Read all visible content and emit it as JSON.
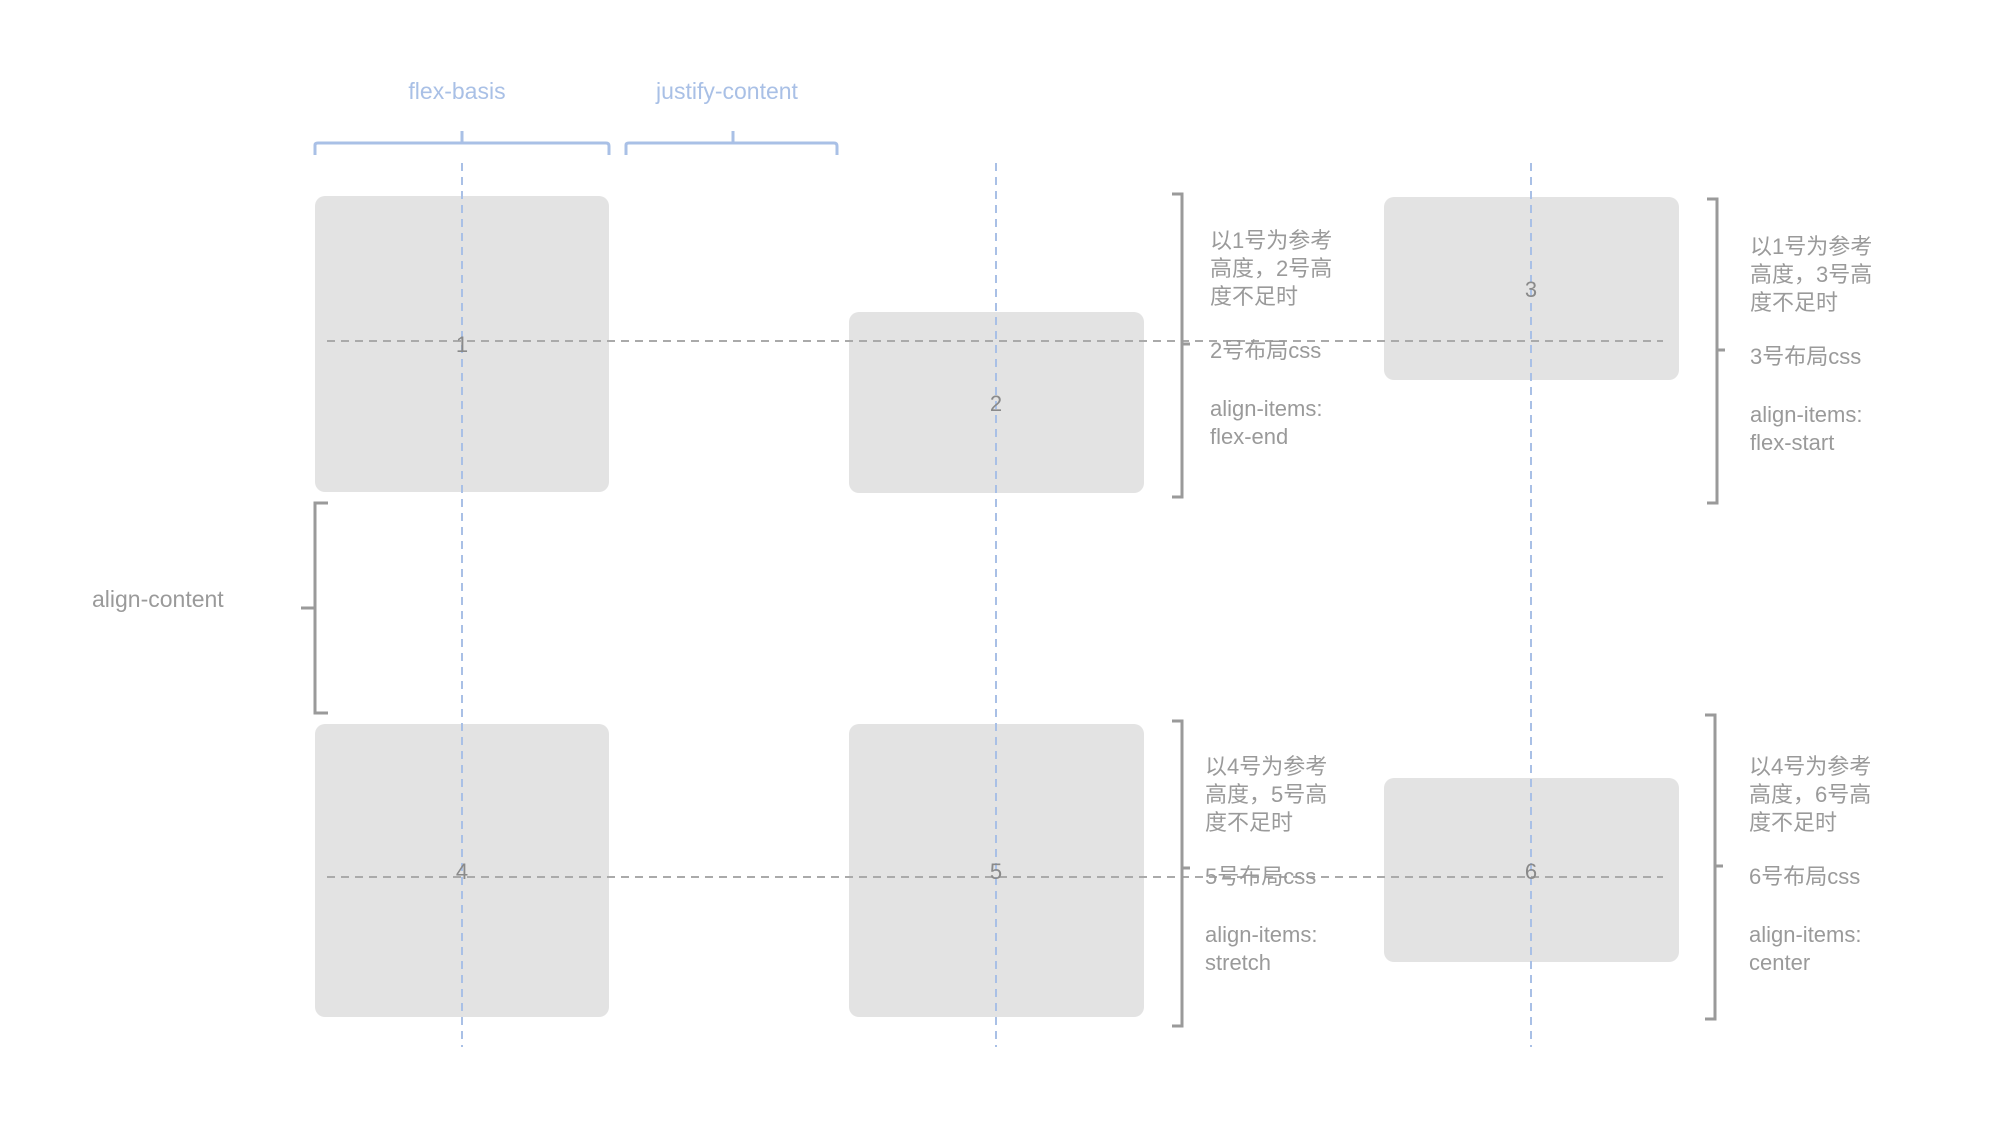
{
  "top_labels": {
    "flex_basis": "flex-basis",
    "justify_content": "justify-content"
  },
  "side_label": "align-content",
  "boxes": [
    "1",
    "2",
    "3",
    "4",
    "5",
    "6"
  ],
  "notes": [
    {
      "lines": [
        "以1号为参考",
        "高度，2号高",
        "度不足时"
      ],
      "css_title": "2号布局css",
      "prop": "align-items:",
      "value": "flex-end"
    },
    {
      "lines": [
        "以1号为参考",
        "高度，3号高",
        "度不足时"
      ],
      "css_title": "3号布局css",
      "prop": "align-items:",
      "value": "flex-start"
    },
    {
      "lines": [
        "以4号为参考",
        "高度，5号高",
        "度不足时"
      ],
      "css_title": "5号布局css",
      "prop": "align-items:",
      "value": "stretch"
    },
    {
      "lines": [
        "以4号为参考",
        "高度，6号高",
        "度不足时"
      ],
      "css_title": "6号布局css",
      "prop": "align-items:",
      "value": "center"
    }
  ],
  "colors": {
    "guide_blue": "#a9c0e6",
    "box_fill": "#e3e3e3",
    "text_gray": "#9a9a9a",
    "bracket_gray": "#9a9a9a"
  }
}
